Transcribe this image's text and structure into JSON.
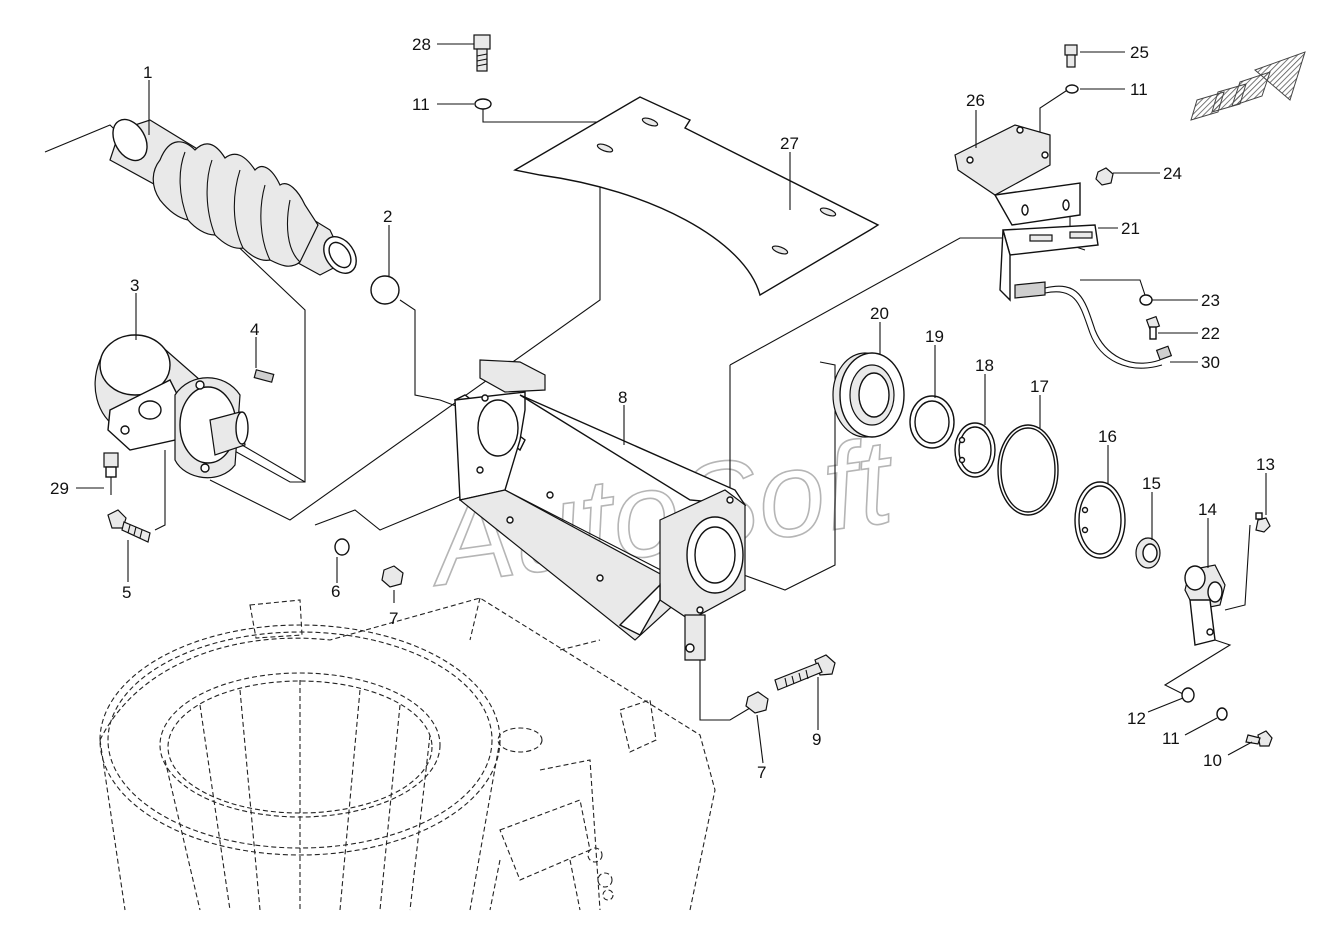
{
  "watermark": "AutoSoft",
  "callouts": [
    "1",
    "2",
    "3",
    "4",
    "5",
    "6",
    "7",
    "7",
    "8",
    "9",
    "10",
    "11",
    "11",
    "11",
    "12",
    "13",
    "14",
    "15",
    "16",
    "17",
    "18",
    "19",
    "20",
    "21",
    "22",
    "23",
    "24",
    "25",
    "26",
    "27",
    "28",
    "29",
    "30"
  ],
  "colors": {
    "line": "#111111",
    "paper": "#ffffff",
    "watermark": "#b5b5b5",
    "arrow": "#8a8a8a"
  },
  "icons": {
    "front_arrow": "direction-arrow-icon"
  }
}
